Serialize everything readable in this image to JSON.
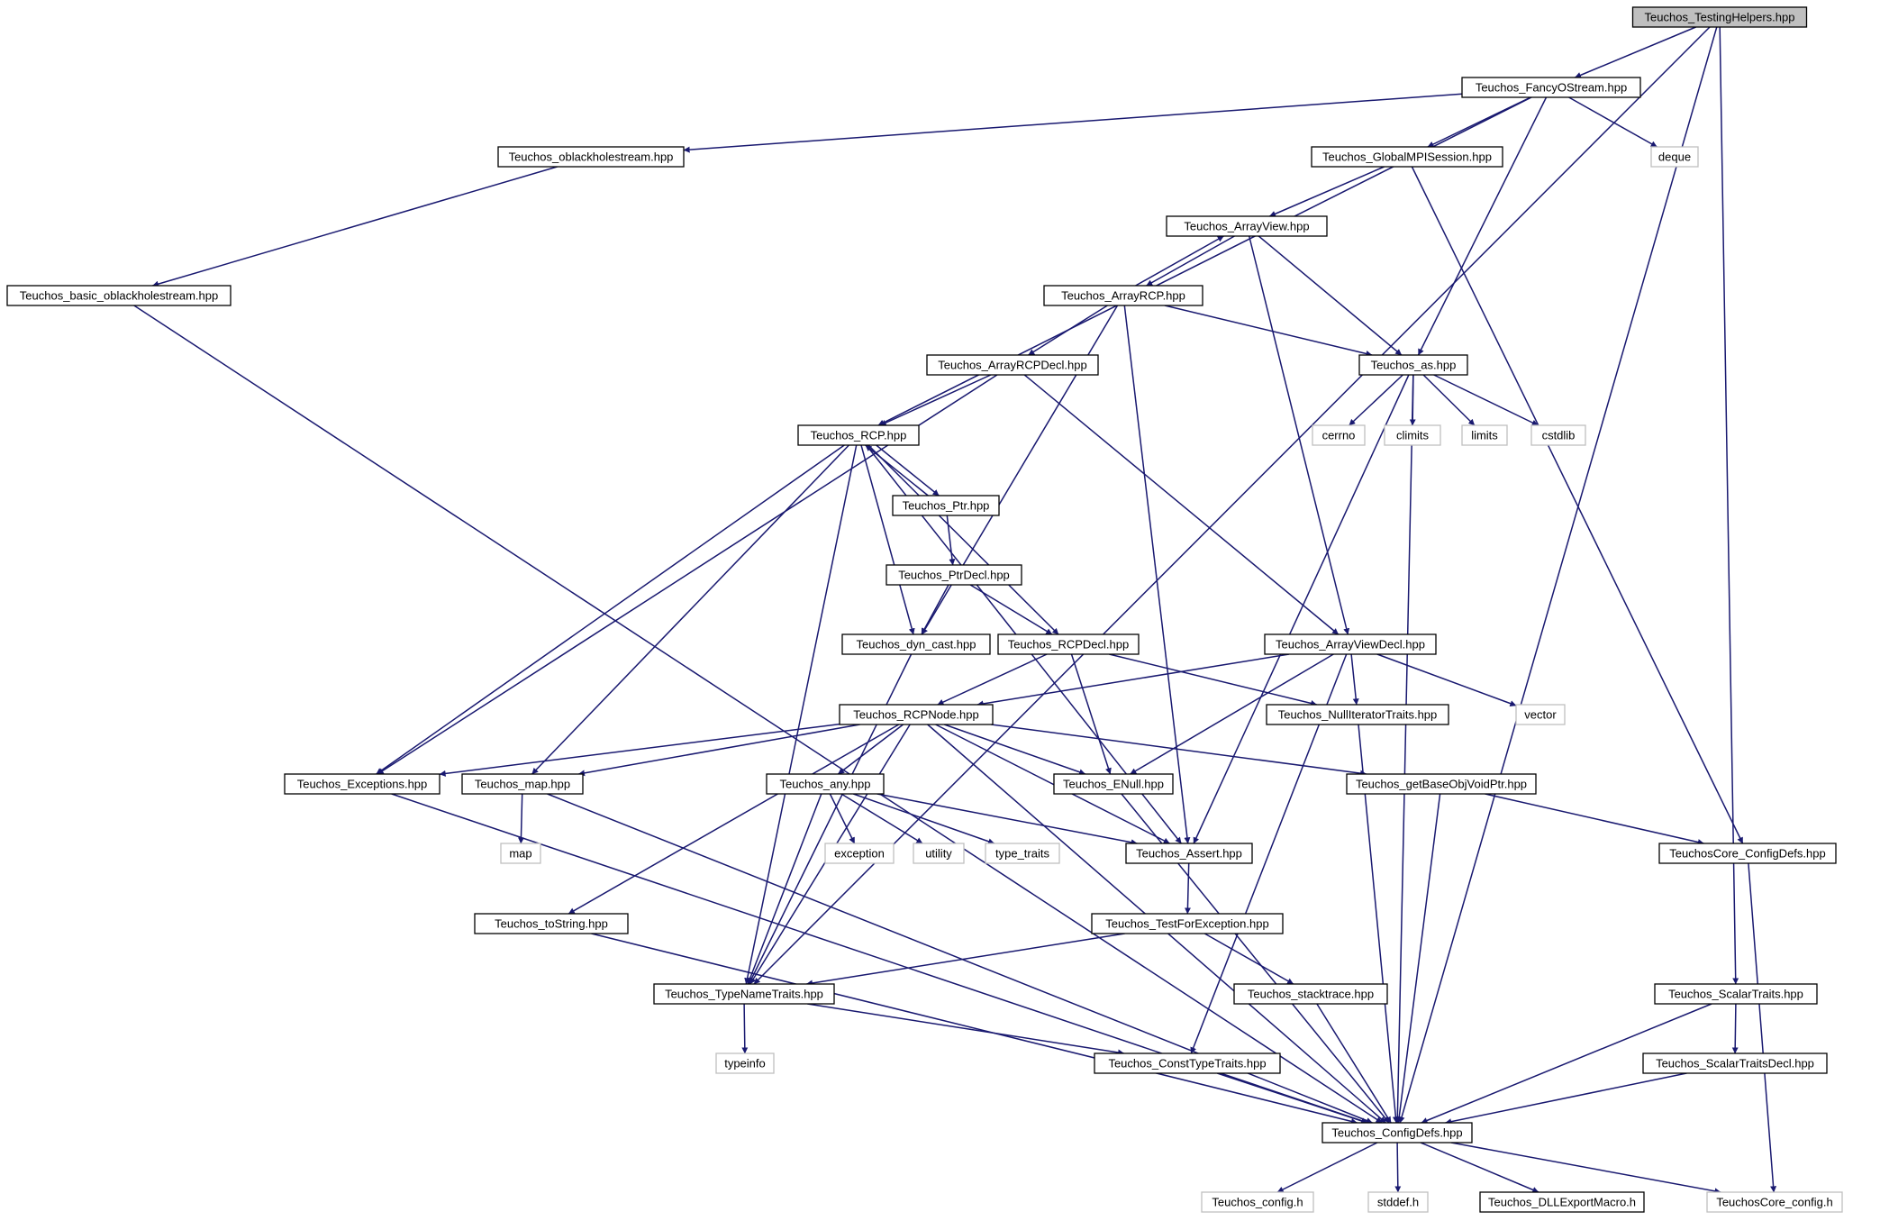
{
  "diagram": {
    "colors": {
      "edge": "#191970",
      "node_border": "#000000",
      "system_node_border": "#bfbfbf",
      "root_fill": "#bfbfbf",
      "background": "#ffffff"
    },
    "nodes": [
      {
        "id": "n_root",
        "label": "Teuchos_TestingHelpers.hpp",
        "kind": "root"
      },
      {
        "id": "n_fancy",
        "label": "Teuchos_FancyOStream.hpp",
        "kind": "file"
      },
      {
        "id": "n_obh",
        "label": "Teuchos_oblackholestream.hpp",
        "kind": "file"
      },
      {
        "id": "n_gmpi",
        "label": "Teuchos_GlobalMPISession.hpp",
        "kind": "file"
      },
      {
        "id": "n_deque",
        "label": "deque",
        "kind": "system"
      },
      {
        "id": "n_bobh",
        "label": "Teuchos_basic_oblackholestream.hpp",
        "kind": "file"
      },
      {
        "id": "n_av",
        "label": "Teuchos_ArrayView.hpp",
        "kind": "file"
      },
      {
        "id": "n_arcp",
        "label": "Teuchos_ArrayRCP.hpp",
        "kind": "file"
      },
      {
        "id": "n_arcpdecl",
        "label": "Teuchos_ArrayRCPDecl.hpp",
        "kind": "file"
      },
      {
        "id": "n_as",
        "label": "Teuchos_as.hpp",
        "kind": "file"
      },
      {
        "id": "n_rcp",
        "label": "Teuchos_RCP.hpp",
        "kind": "file"
      },
      {
        "id": "n_cerrno",
        "label": "cerrno",
        "kind": "system"
      },
      {
        "id": "n_climits",
        "label": "climits",
        "kind": "system"
      },
      {
        "id": "n_limits",
        "label": "limits",
        "kind": "system"
      },
      {
        "id": "n_cstdlib",
        "label": "cstdlib",
        "kind": "system"
      },
      {
        "id": "n_ptr",
        "label": "Teuchos_Ptr.hpp",
        "kind": "file"
      },
      {
        "id": "n_ptrdecl",
        "label": "Teuchos_PtrDecl.hpp",
        "kind": "file"
      },
      {
        "id": "n_dyn",
        "label": "Teuchos_dyn_cast.hpp",
        "kind": "file"
      },
      {
        "id": "n_rcpdecl",
        "label": "Teuchos_RCPDecl.hpp",
        "kind": "file"
      },
      {
        "id": "n_avdecl",
        "label": "Teuchos_ArrayViewDecl.hpp",
        "kind": "file"
      },
      {
        "id": "n_rcpnode",
        "label": "Teuchos_RCPNode.hpp",
        "kind": "file"
      },
      {
        "id": "n_nit",
        "label": "Teuchos_NullIteratorTraits.hpp",
        "kind": "file"
      },
      {
        "id": "n_vector",
        "label": "vector",
        "kind": "system"
      },
      {
        "id": "n_exc",
        "label": "Teuchos_Exceptions.hpp",
        "kind": "file"
      },
      {
        "id": "n_map",
        "label": "Teuchos_map.hpp",
        "kind": "file"
      },
      {
        "id": "n_any",
        "label": "Teuchos_any.hpp",
        "kind": "file"
      },
      {
        "id": "n_enull",
        "label": "Teuchos_ENull.hpp",
        "kind": "file"
      },
      {
        "id": "n_gbovp",
        "label": "Teuchos_getBaseObjVoidPtr.hpp",
        "kind": "file"
      },
      {
        "id": "n_mapsys",
        "label": "map",
        "kind": "system"
      },
      {
        "id": "n_exception",
        "label": "exception",
        "kind": "system"
      },
      {
        "id": "n_utility",
        "label": "utility",
        "kind": "system"
      },
      {
        "id": "n_typetraits",
        "label": "type_traits",
        "kind": "system"
      },
      {
        "id": "n_assert",
        "label": "Teuchos_Assert.hpp",
        "kind": "file"
      },
      {
        "id": "n_ccd",
        "label": "TeuchosCore_ConfigDefs.hpp",
        "kind": "file"
      },
      {
        "id": "n_tostring",
        "label": "Teuchos_toString.hpp",
        "kind": "file"
      },
      {
        "id": "n_tfe",
        "label": "Teuchos_TestForException.hpp",
        "kind": "file"
      },
      {
        "id": "n_tnt",
        "label": "Teuchos_TypeNameTraits.hpp",
        "kind": "file"
      },
      {
        "id": "n_st",
        "label": "Teuchos_stacktrace.hpp",
        "kind": "file"
      },
      {
        "id": "n_scal",
        "label": "Teuchos_ScalarTraits.hpp",
        "kind": "file"
      },
      {
        "id": "n_typeinfo",
        "label": "typeinfo",
        "kind": "system"
      },
      {
        "id": "n_ctt",
        "label": "Teuchos_ConstTypeTraits.hpp",
        "kind": "file"
      },
      {
        "id": "n_scaldecl",
        "label": "Teuchos_ScalarTraitsDecl.hpp",
        "kind": "file"
      },
      {
        "id": "n_cd",
        "label": "Teuchos_ConfigDefs.hpp",
        "kind": "file"
      },
      {
        "id": "n_config",
        "label": "Teuchos_config.h",
        "kind": "system"
      },
      {
        "id": "n_stddef",
        "label": "stddef.h",
        "kind": "system"
      },
      {
        "id": "n_dll",
        "label": "Teuchos_DLLExportMacro.h",
        "kind": "file"
      },
      {
        "id": "n_coreconfig",
        "label": "TeuchosCore_config.h",
        "kind": "system"
      }
    ],
    "edges": [
      [
        "n_root",
        "n_fancy"
      ],
      [
        "n_root",
        "n_tnt"
      ],
      [
        "n_root",
        "n_scal"
      ],
      [
        "n_root",
        "n_cd"
      ],
      [
        "n_fancy",
        "n_obh"
      ],
      [
        "n_fancy",
        "n_gmpi"
      ],
      [
        "n_fancy",
        "n_deque"
      ],
      [
        "n_fancy",
        "n_rcp"
      ],
      [
        "n_fancy",
        "n_as"
      ],
      [
        "n_obh",
        "n_bobh"
      ],
      [
        "n_bobh",
        "n_cd"
      ],
      [
        "n_gmpi",
        "n_av"
      ],
      [
        "n_gmpi",
        "n_ccd"
      ],
      [
        "n_av",
        "n_arcp"
      ],
      [
        "n_av",
        "n_as"
      ],
      [
        "n_av",
        "n_avdecl"
      ],
      [
        "n_arcp",
        "n_av"
      ],
      [
        "n_arcp",
        "n_arcpdecl"
      ],
      [
        "n_arcp",
        "n_as"
      ],
      [
        "n_arcp",
        "n_dyn"
      ],
      [
        "n_arcp",
        "n_assert"
      ],
      [
        "n_arcpdecl",
        "n_rcp"
      ],
      [
        "n_arcpdecl",
        "n_exc"
      ],
      [
        "n_arcpdecl",
        "n_avdecl"
      ],
      [
        "n_as",
        "n_cerrno"
      ],
      [
        "n_as",
        "n_climits"
      ],
      [
        "n_as",
        "n_limits"
      ],
      [
        "n_as",
        "n_cstdlib"
      ],
      [
        "n_as",
        "n_assert"
      ],
      [
        "n_as",
        "n_cd"
      ],
      [
        "n_rcp",
        "n_ptr"
      ],
      [
        "n_rcp",
        "n_dyn"
      ],
      [
        "n_rcp",
        "n_rcpdecl"
      ],
      [
        "n_rcp",
        "n_exc"
      ],
      [
        "n_rcp",
        "n_map"
      ],
      [
        "n_rcp",
        "n_tnt"
      ],
      [
        "n_rcp",
        "n_assert"
      ],
      [
        "n_ptr",
        "n_rcp"
      ],
      [
        "n_ptr",
        "n_ptrdecl"
      ],
      [
        "n_ptrdecl",
        "n_dyn"
      ],
      [
        "n_ptrdecl",
        "n_rcpdecl"
      ],
      [
        "n_dyn",
        "n_tnt"
      ],
      [
        "n_rcpdecl",
        "n_rcpnode"
      ],
      [
        "n_rcpdecl",
        "n_enull"
      ],
      [
        "n_rcpdecl",
        "n_nit"
      ],
      [
        "n_avdecl",
        "n_rcpnode"
      ],
      [
        "n_avdecl",
        "n_nit"
      ],
      [
        "n_avdecl",
        "n_vector"
      ],
      [
        "n_avdecl",
        "n_enull"
      ],
      [
        "n_avdecl",
        "n_ctt"
      ],
      [
        "n_rcpnode",
        "n_exc"
      ],
      [
        "n_rcpnode",
        "n_map"
      ],
      [
        "n_rcpnode",
        "n_any"
      ],
      [
        "n_rcpnode",
        "n_enull"
      ],
      [
        "n_rcpnode",
        "n_gbovp"
      ],
      [
        "n_rcpnode",
        "n_tostring"
      ],
      [
        "n_rcpnode",
        "n_tnt"
      ],
      [
        "n_rcpnode",
        "n_assert"
      ],
      [
        "n_rcpnode",
        "n_cd"
      ],
      [
        "n_nit",
        "n_cd"
      ],
      [
        "n_exc",
        "n_cd"
      ],
      [
        "n_map",
        "n_mapsys"
      ],
      [
        "n_map",
        "n_cd"
      ],
      [
        "n_any",
        "n_exception"
      ],
      [
        "n_any",
        "n_utility"
      ],
      [
        "n_any",
        "n_typetraits"
      ],
      [
        "n_any",
        "n_assert"
      ],
      [
        "n_any",
        "n_tnt"
      ],
      [
        "n_enull",
        "n_cd"
      ],
      [
        "n_gbovp",
        "n_ccd"
      ],
      [
        "n_gbovp",
        "n_cd"
      ],
      [
        "n_assert",
        "n_tfe"
      ],
      [
        "n_tfe",
        "n_tnt"
      ],
      [
        "n_tfe",
        "n_st"
      ],
      [
        "n_tostring",
        "n_cd"
      ],
      [
        "n_tnt",
        "n_typeinfo"
      ],
      [
        "n_tnt",
        "n_ctt"
      ],
      [
        "n_st",
        "n_cd"
      ],
      [
        "n_ctt",
        "n_cd"
      ],
      [
        "n_ccd",
        "n_coreconfig"
      ],
      [
        "n_scal",
        "n_scaldecl"
      ],
      [
        "n_scal",
        "n_cd"
      ],
      [
        "n_scaldecl",
        "n_cd"
      ],
      [
        "n_cd",
        "n_config"
      ],
      [
        "n_cd",
        "n_stddef"
      ],
      [
        "n_cd",
        "n_dll"
      ],
      [
        "n_cd",
        "n_coreconfig"
      ]
    ]
  }
}
